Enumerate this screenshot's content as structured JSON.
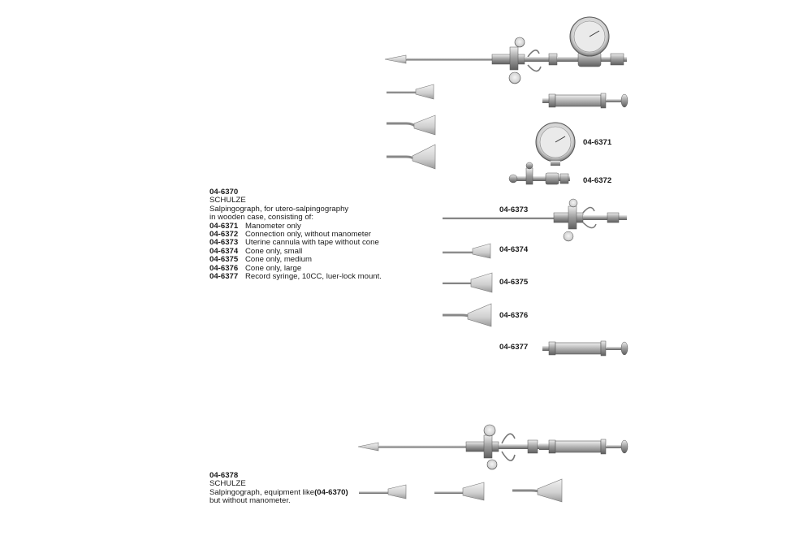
{
  "block1": {
    "code": "04-6370",
    "brand": "SCHULZE",
    "desc1": "Salpingograph, for utero-salpingography",
    "desc2": "in wooden case, consisting of:",
    "items": [
      {
        "code": "04-6371",
        "text": "Manometer only"
      },
      {
        "code": "04-6372",
        "text": "Connection only, without manometer"
      },
      {
        "code": "04-6373",
        "text": "Uterine cannula with tape without cone"
      },
      {
        "code": "04-6374",
        "text": "Cone only, small"
      },
      {
        "code": "04-6375",
        "text": "Cone only, medium"
      },
      {
        "code": "04-6376",
        "text": "Cone only, large"
      },
      {
        "code": "04-6377",
        "text": "Record syringe, 10CC, luer-lock mount."
      }
    ]
  },
  "block2": {
    "code": "04-6378",
    "brand": "SCHULZE",
    "desc1_prefix": "Salpingograph, equipment like",
    "desc1_ref": "(04-6370)",
    "desc2": "but without manometer."
  },
  "figure_labels": {
    "l6371": "04-6371",
    "l6372": "04-6372",
    "l6373": "04-6373",
    "l6374": "04-6374",
    "l6375": "04-6375",
    "l6376": "04-6376",
    "l6377": "04-6377"
  },
  "colors": {
    "metal": "#b8b8b8",
    "metal_dark": "#6a6a6a",
    "cone": "#d9d9d9",
    "text": "#1a1a1a"
  }
}
